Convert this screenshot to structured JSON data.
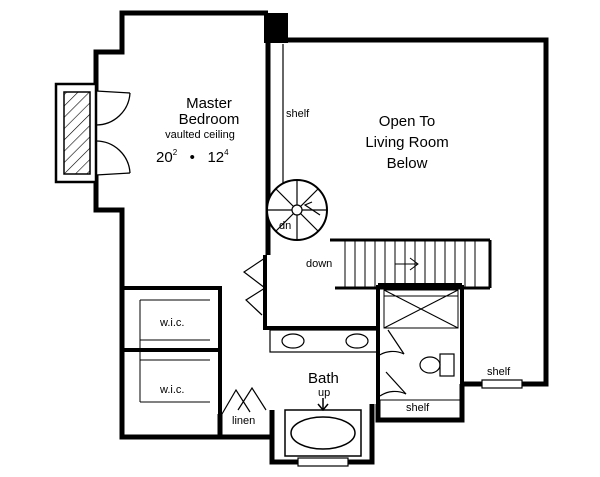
{
  "rooms": {
    "master": {
      "name_line1": "Master",
      "name_line2": "Bedroom",
      "note": "vaulted ceiling",
      "width_main": "20",
      "width_sup": "2",
      "separator": "•",
      "depth_main": "12",
      "depth_sup": "4"
    },
    "open": {
      "line1": "Open To",
      "line2": "Living Room",
      "line3": "Below"
    },
    "bath": {
      "name": "Bath",
      "step": "up"
    },
    "wic_upper": "w.i.c.",
    "wic_lower": "w.i.c.",
    "linen": "linen"
  },
  "labels": {
    "shelf_top": "shelf",
    "shelf_right": "shelf",
    "shelf_bath": "shelf",
    "dn": "dn",
    "down": "down"
  }
}
